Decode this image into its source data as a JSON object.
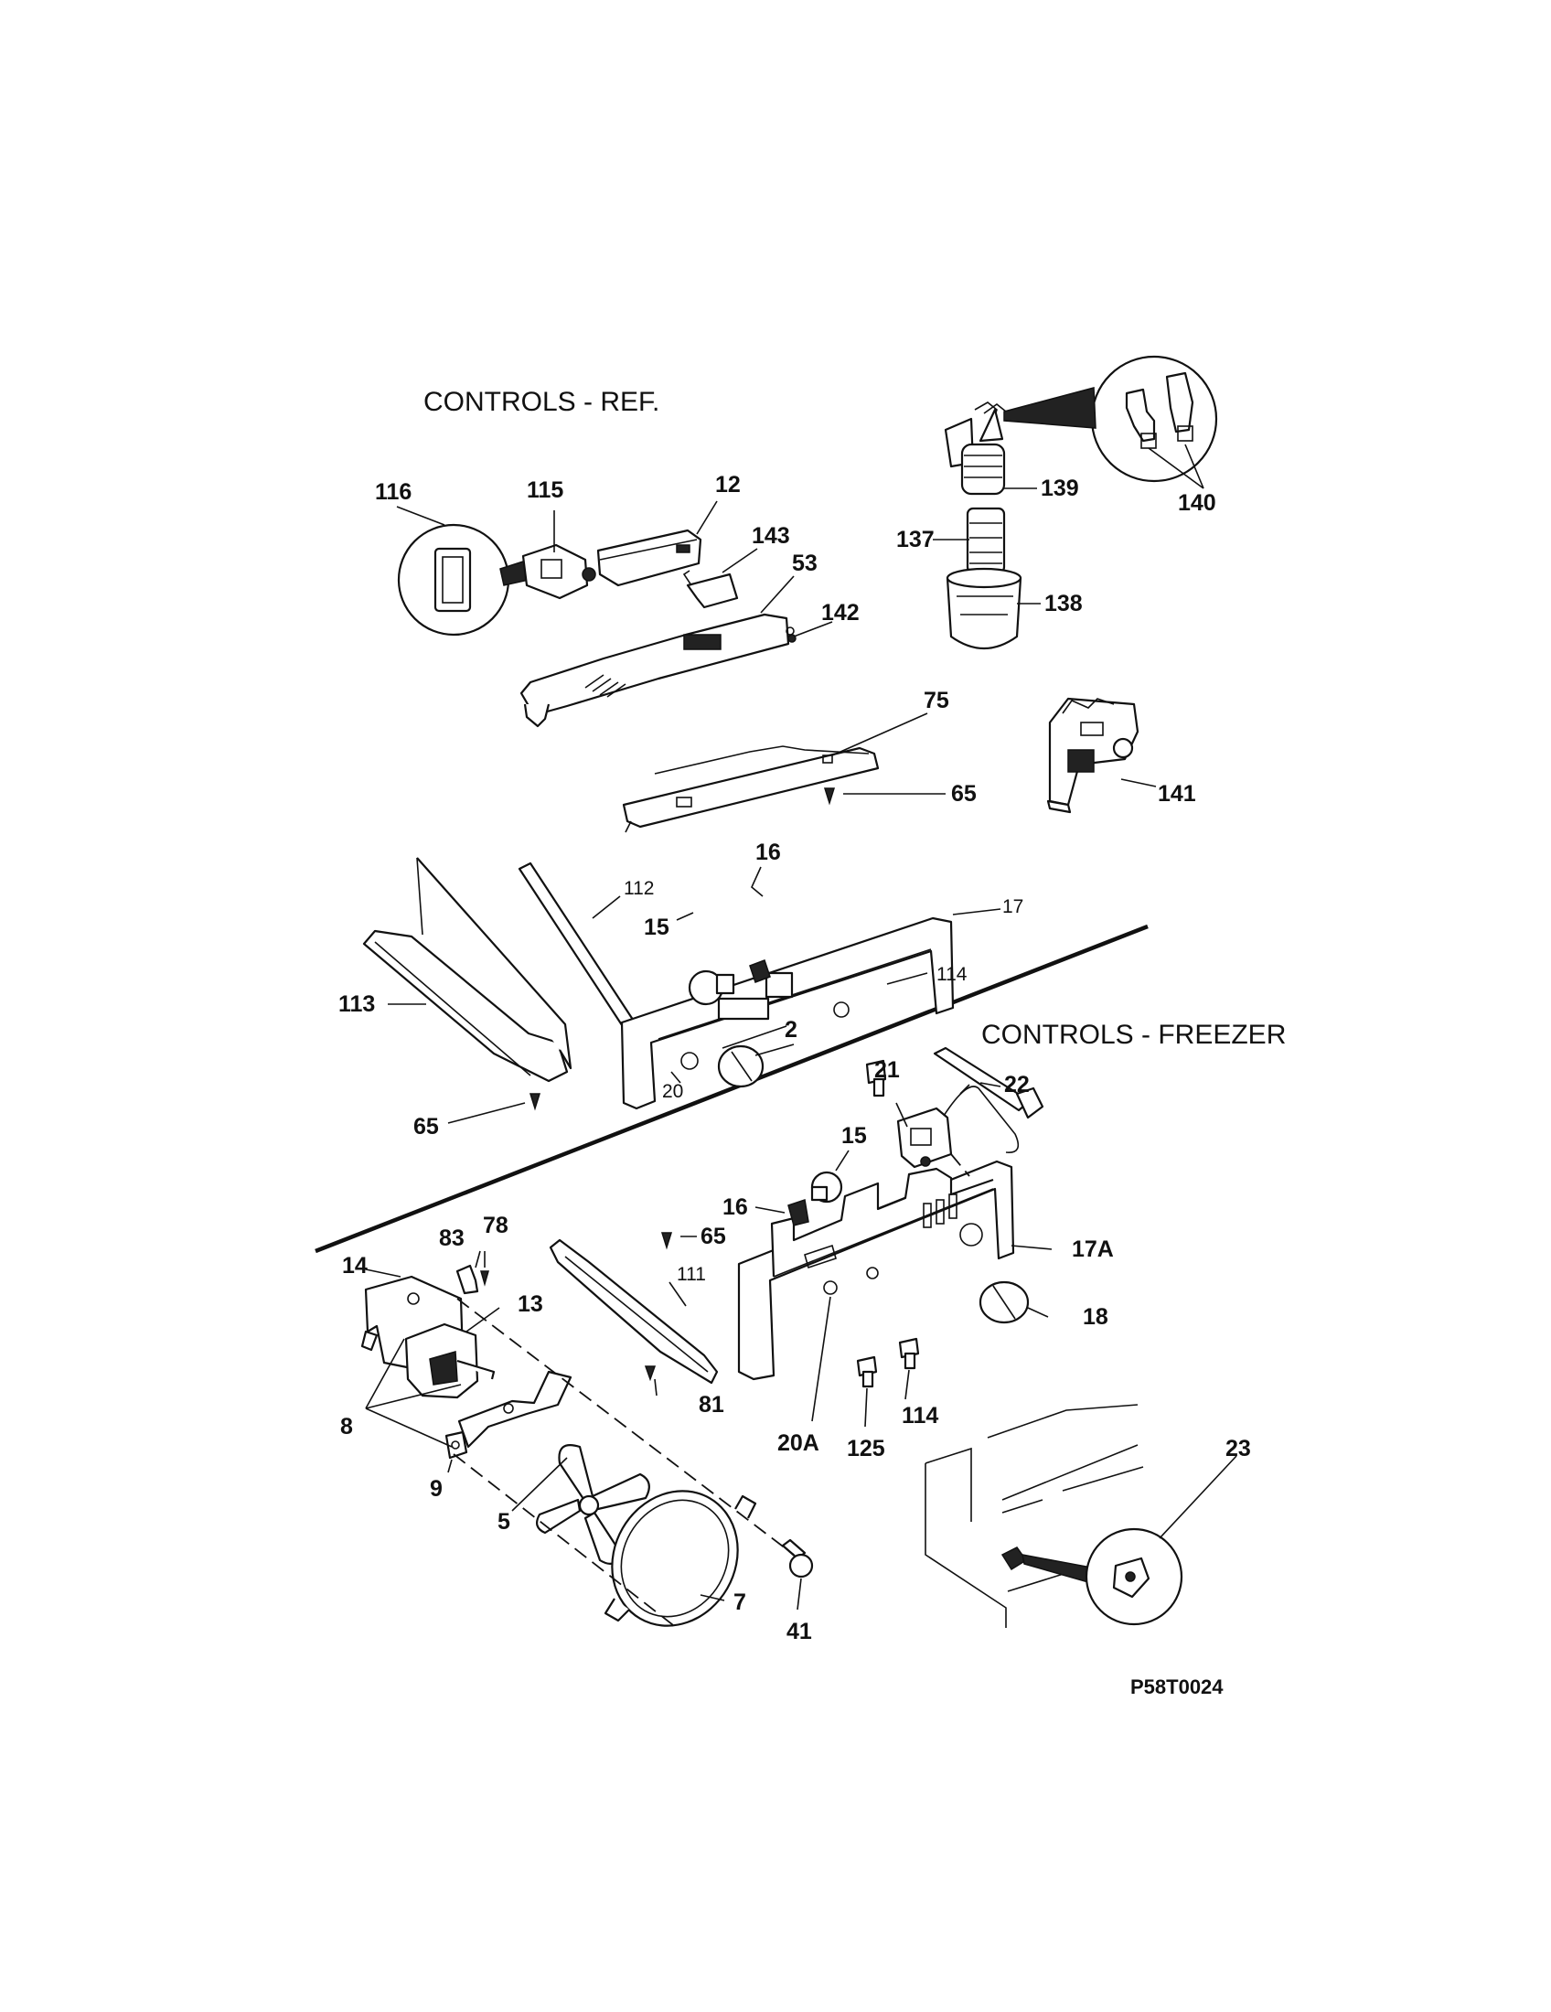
{
  "titles": {
    "ref": "CONTROLS - REF.",
    "freezer": "CONTROLS - FREEZER"
  },
  "drawing_code": "P58T0024",
  "callouts": {
    "c116": "116",
    "c115": "115",
    "c12": "12",
    "c143": "143",
    "c53": "53",
    "c142": "142",
    "c75": "75",
    "c65a": "65",
    "c139": "139",
    "c137": "137",
    "c138": "138",
    "c140": "140",
    "c141": "141",
    "c16a": "16",
    "c112": "112",
    "c15a": "15",
    "c17": "17",
    "c114a": "114",
    "c113": "113",
    "c2": "2",
    "c20": "20",
    "c65b": "65",
    "c21": "21",
    "c22": "22",
    "c15b": "15",
    "c16b": "16",
    "c65c": "65",
    "c17A": "17A",
    "c83": "83",
    "c78": "78",
    "c14": "14",
    "c13": "13",
    "c111": "111",
    "c18": "18",
    "c8": "8",
    "c81": "81",
    "c20A": "20A",
    "c114b": "114",
    "c125": "125",
    "c9": "9",
    "c5": "5",
    "c23": "23",
    "c7": "7",
    "c41": "41"
  }
}
